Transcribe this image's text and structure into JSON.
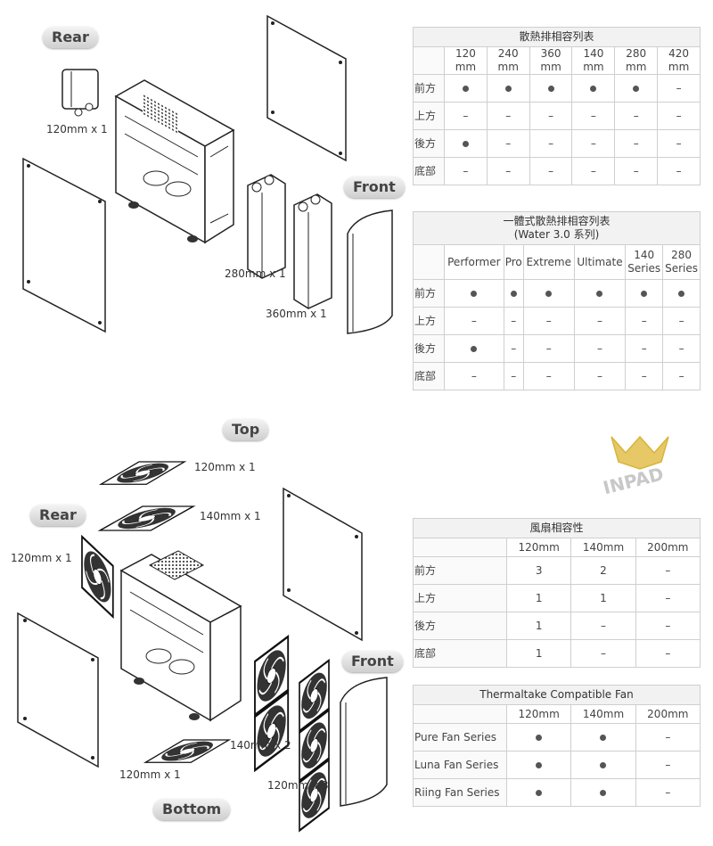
{
  "diagram_top": {
    "label_rear": "Rear",
    "label_front": "Front",
    "cap_rear": "120mm x 1",
    "cap_280": "280mm x 1",
    "cap_360": "360mm x 1"
  },
  "diagram_bottom": {
    "label_top": "Top",
    "label_rear": "Rear",
    "label_front": "Front",
    "label_bottom": "Bottom",
    "cap_top_120": "120mm x 1",
    "cap_top_140": "140mm x 1",
    "cap_rear": "120mm x 1",
    "cap_front_140": "140mm x 2",
    "cap_front_120": "120mm x 3",
    "cap_bottom": "120mm x 1"
  },
  "table_radiator": {
    "title": "散熱排相容列表",
    "cols": [
      [
        "120",
        "mm"
      ],
      [
        "240",
        "mm"
      ],
      [
        "360",
        "mm"
      ],
      [
        "140",
        "mm"
      ],
      [
        "280",
        "mm"
      ],
      [
        "420",
        "mm"
      ]
    ],
    "rows": [
      {
        "label": "前方",
        "cells": [
          "●",
          "●",
          "●",
          "●",
          "●",
          "–"
        ]
      },
      {
        "label": "上方",
        "cells": [
          "–",
          "–",
          "–",
          "–",
          "–",
          "–"
        ]
      },
      {
        "label": "後方",
        "cells": [
          "●",
          "–",
          "–",
          "–",
          "–",
          "–"
        ]
      },
      {
        "label": "底部",
        "cells": [
          "–",
          "–",
          "–",
          "–",
          "–",
          "–"
        ]
      }
    ]
  },
  "table_aio": {
    "title": "一體式散熱排相容列表",
    "subtitle": "(Water 3.0 系列)",
    "cols": [
      [
        "Performer"
      ],
      [
        "Pro"
      ],
      [
        "Extreme"
      ],
      [
        "Ultimate"
      ],
      [
        "140",
        "Series"
      ],
      [
        "280",
        "Series"
      ]
    ],
    "rows": [
      {
        "label": "前方",
        "cells": [
          "●",
          "●",
          "●",
          "●",
          "●",
          "●"
        ]
      },
      {
        "label": "上方",
        "cells": [
          "–",
          "–",
          "–",
          "–",
          "–",
          "–"
        ]
      },
      {
        "label": "後方",
        "cells": [
          "●",
          "–",
          "–",
          "–",
          "–",
          "–"
        ]
      },
      {
        "label": "底部",
        "cells": [
          "–",
          "–",
          "–",
          "–",
          "–",
          "–"
        ]
      }
    ]
  },
  "table_fan": {
    "title": "風扇相容性",
    "cols": [
      "120mm",
      "140mm",
      "200mm"
    ],
    "rows": [
      {
        "label": "前方",
        "cells": [
          "3",
          "2",
          "–"
        ]
      },
      {
        "label": "上方",
        "cells": [
          "1",
          "1",
          "–"
        ]
      },
      {
        "label": "後方",
        "cells": [
          "1",
          "–",
          "–"
        ]
      },
      {
        "label": "底部",
        "cells": [
          "1",
          "–",
          "–"
        ]
      }
    ]
  },
  "table_tt": {
    "title": "Thermaltake Compatible Fan",
    "cols": [
      "120mm",
      "140mm",
      "200mm"
    ],
    "rows": [
      {
        "label": "Pure Fan Series",
        "cells": [
          "●",
          "●",
          "–"
        ]
      },
      {
        "label": "Luna Fan Series",
        "cells": [
          "●",
          "●",
          "–"
        ]
      },
      {
        "label": "Riing Fan Series",
        "cells": [
          "●",
          "●",
          "–"
        ]
      }
    ]
  },
  "watermark": {
    "text": "INPAD",
    "gold": "#d9b43a",
    "gray": "#c8c8c8"
  }
}
